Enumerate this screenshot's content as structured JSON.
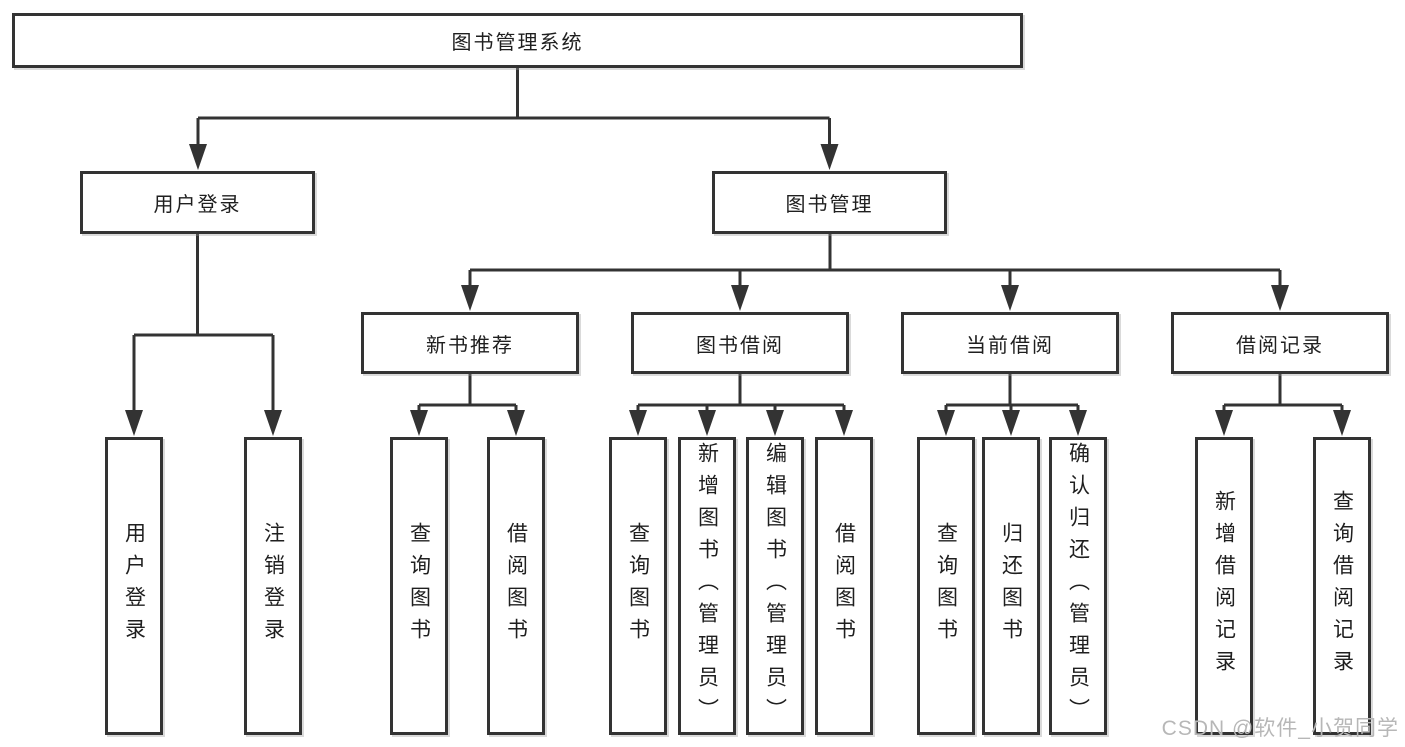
{
  "tree": {
    "root": {
      "label": "图书管理系统"
    },
    "branches": [
      {
        "label": "用户登录",
        "children": [
          {
            "label": "用户登录"
          },
          {
            "label": "注销登录"
          }
        ]
      },
      {
        "label": "图书管理",
        "children": [
          {
            "label": "新书推荐",
            "children": [
              {
                "label": "查询图书"
              },
              {
                "label": "借阅图书"
              }
            ]
          },
          {
            "label": "图书借阅",
            "children": [
              {
                "label": "查询图书"
              },
              {
                "label": "新增图书（管理员）"
              },
              {
                "label": "编辑图书（管理员）"
              },
              {
                "label": "借阅图书"
              }
            ]
          },
          {
            "label": "当前借阅",
            "children": [
              {
                "label": "查询图书"
              },
              {
                "label": "归还图书"
              },
              {
                "label": "确认归还（管理员）"
              }
            ]
          },
          {
            "label": "借阅记录",
            "children": [
              {
                "label": "新增借阅记录"
              },
              {
                "label": "查询借阅记录"
              }
            ]
          }
        ]
      }
    ]
  },
  "watermark": {
    "text": "CSDN @软件_小贺同学"
  },
  "colors": {
    "line": "#333333",
    "box_border": "#333333",
    "text": "#1f1f1f",
    "watermark": "#b7b7b7",
    "background": "#ffffff"
  }
}
